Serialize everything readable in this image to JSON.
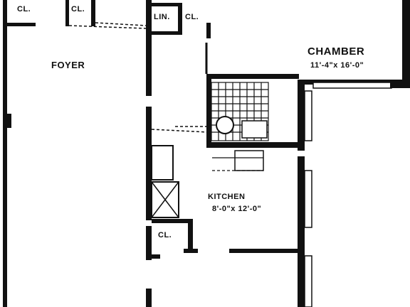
{
  "rooms": {
    "closet_top_left": "CL.",
    "closet_top_mid": "CL.",
    "foyer": "FOYER",
    "linen": "LIN.",
    "closet_linen": "CL.",
    "chamber": "CHAMBER",
    "chamber_size": "11'-4\"x 16'-0\"",
    "kitchen": "KITCHEN",
    "kitchen_size": "8'-0\"x 12'-0\"",
    "closet_kitchen": "CL."
  },
  "colors": {
    "wall": "#111111",
    "paper": "#ffffff"
  }
}
